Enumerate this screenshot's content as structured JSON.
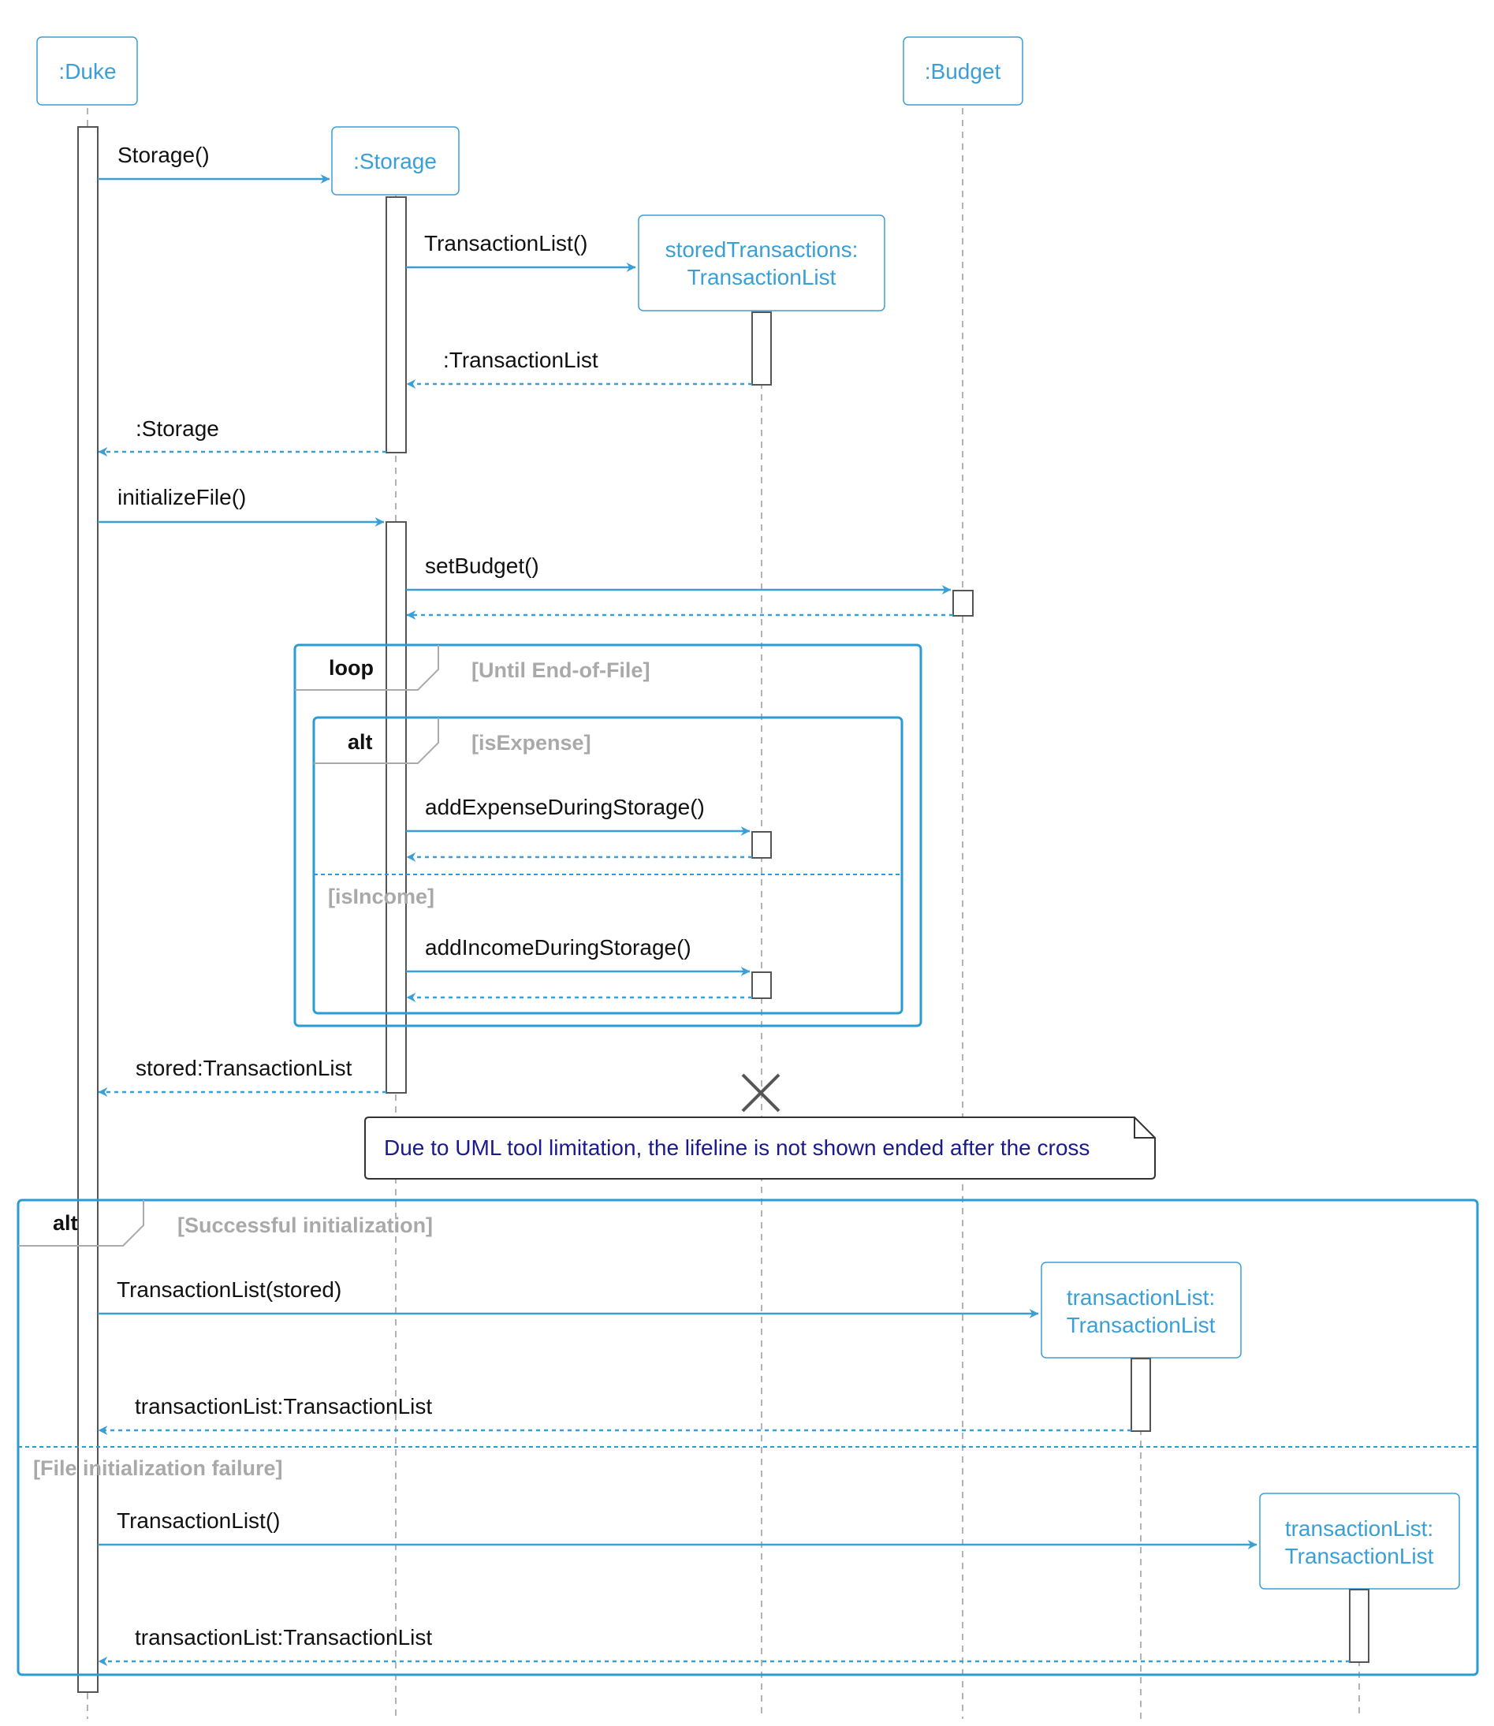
{
  "participants": {
    "duke": ":Duke",
    "budget": ":Budget",
    "storage": ":Storage",
    "stored_transactions": [
      "storedTransactions:",
      "TransactionList"
    ],
    "transaction_list_a": [
      "transactionList:",
      "TransactionList"
    ],
    "transaction_list_b": [
      "transactionList:",
      "TransactionList"
    ]
  },
  "messages": {
    "storage_ctor": "Storage()",
    "transaction_list_ctor": "TransactionList()",
    "return_transaction_list": ":TransactionList",
    "return_storage": ":Storage",
    "initialize_file": "initializeFile()",
    "set_budget": "setBudget()",
    "add_expense": "addExpenseDuringStorage()",
    "add_income": "addIncomeDuringStorage()",
    "return_stored": "stored:TransactionList",
    "transaction_list_stored": "TransactionList(stored)",
    "return_transaction_list_a": "transactionList:TransactionList",
    "transaction_list_empty": "TransactionList()",
    "return_transaction_list_b": "transactionList:TransactionList"
  },
  "frames": {
    "loop_tag": "loop",
    "loop_guard": "[Until End-of-File]",
    "inner_alt_tag": "alt",
    "inner_alt_guard": "[isExpense]",
    "inner_else_guard": "[isIncome]",
    "outer_alt_tag": "alt",
    "outer_alt_guard": "[Successful initialization]",
    "outer_else_guard": "[File initialization failure]"
  },
  "note": "Due to UML tool limitation, the lifeline is not shown ended after the cross",
  "colors": {
    "accent": "#3a9fd6",
    "frame_border": "#2b9bd3",
    "activation_border": "#555555",
    "guard_text": "#a9a9a9",
    "note_text": "#1a1a8c"
  }
}
